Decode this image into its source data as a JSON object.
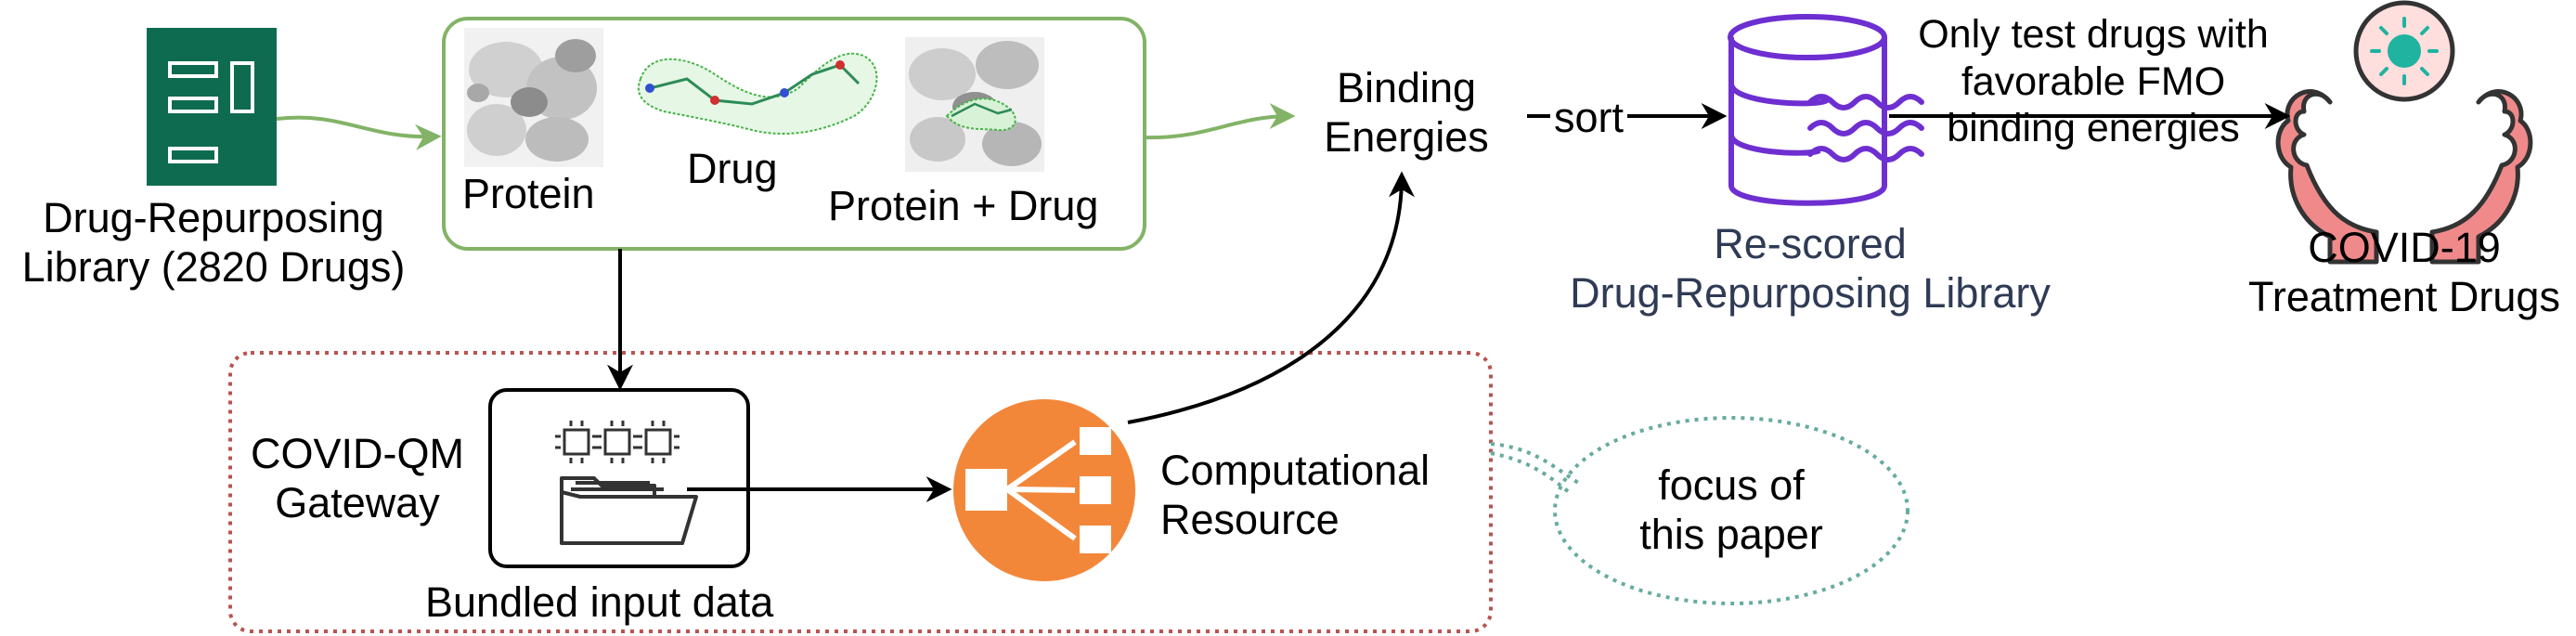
{
  "library": {
    "line1": "Drug-Repurposing",
    "line2": "Library (2820 Drugs)"
  },
  "inputs": {
    "protein": "Protein",
    "drug": "Drug",
    "complex": "Protein + Drug"
  },
  "binding": {
    "line1": "Binding",
    "line2": "Energies"
  },
  "sort_label": "sort",
  "filter": {
    "line1": "Only test drugs with",
    "line2": "favorable FMO",
    "line3": "binding energies"
  },
  "rescored": {
    "line1": "Re-scored",
    "line2": "Drug-Repurposing Library"
  },
  "treatment": {
    "line1": "COVID-19",
    "line2": "Treatment Drugs"
  },
  "gateway": {
    "line1": "COVID-QM",
    "line2": "Gateway"
  },
  "bundle_label": "Bundled input data",
  "resource": {
    "line1": "Computational",
    "line2": "Resource"
  },
  "focus": {
    "line1": "focus of",
    "line2": "this paper"
  },
  "colors": {
    "library_icon": "#0f6b4f",
    "input_box": "#82b366",
    "focus_region": "#b85450",
    "focus_bubble": "#67ab9f",
    "database": "#6e2fd1",
    "resource": "#f2873a",
    "hands": "#f08a8a",
    "virus": "#1fb3a0"
  }
}
